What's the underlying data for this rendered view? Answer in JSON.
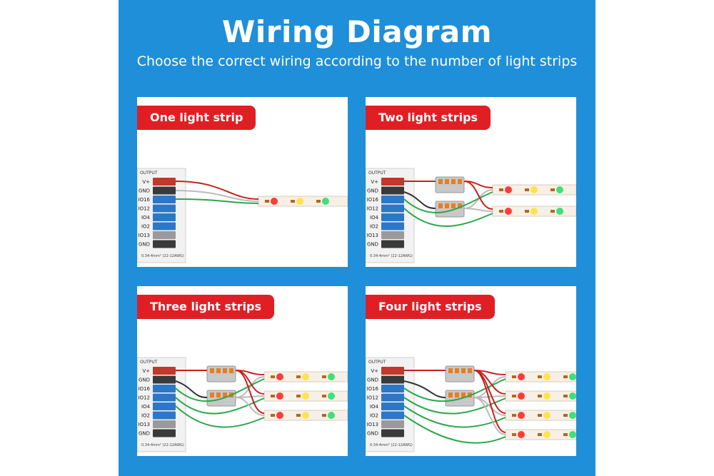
{
  "header": {
    "title": "Wiring Diagram",
    "subtitle": "Choose the correct wiring according to the number of light strips"
  },
  "controller": {
    "output_label": "OUTPUT",
    "pins": [
      "V+",
      "GND",
      "IO16",
      "IO12",
      "IO4",
      "IO2",
      "IO13",
      "GND"
    ],
    "spec": "0.34-4mm² (22-12AWG)"
  },
  "panels": [
    {
      "label": "One light strip",
      "strips": 1
    },
    {
      "label": "Two light strips",
      "strips": 2
    },
    {
      "label": "Three light strips",
      "strips": 3
    },
    {
      "label": "Four light strips",
      "strips": 4
    }
  ],
  "colors": {
    "background": "#1f8fd9",
    "badge": "#e01f24",
    "wire_power": "#c8201e",
    "wire_ground": "#333333",
    "wire_data": "#2aa84a",
    "wire_white": "#bbbbbb",
    "terminal_power": "#c0392b",
    "terminal_ground": "#3a3a3a",
    "terminal_io": "#2d77c8",
    "terminal_io13": "#9a9a9a",
    "led_red": "#ff3b3b",
    "led_yellow": "#ffe34d",
    "led_green": "#3de07a"
  }
}
